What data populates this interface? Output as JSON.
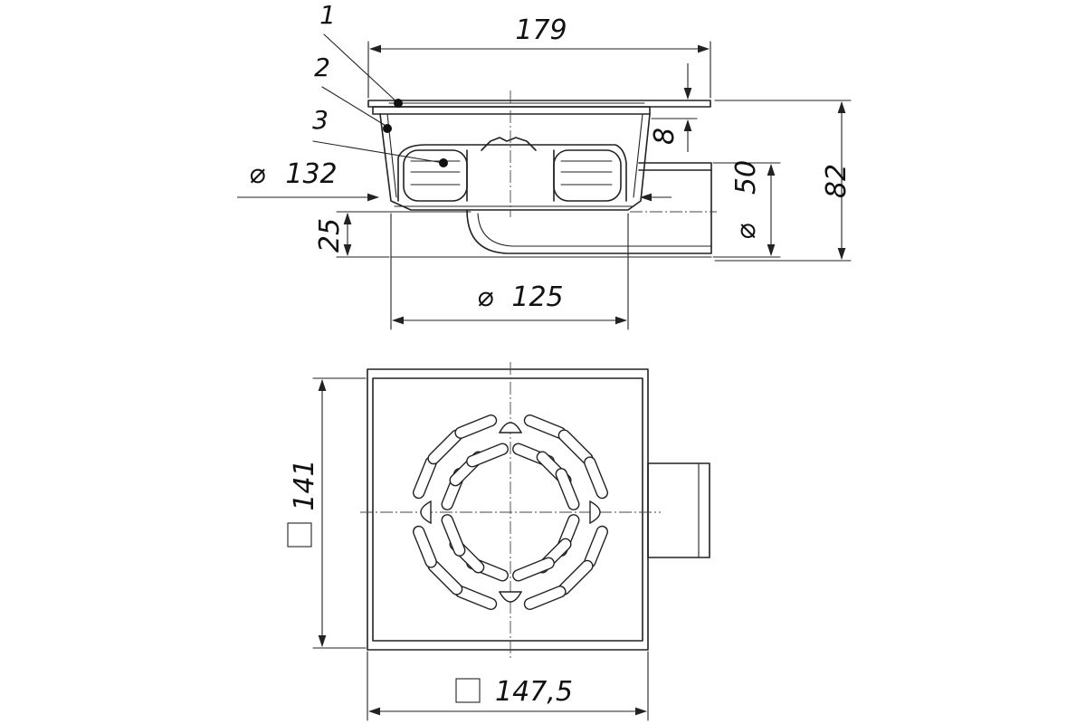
{
  "callouts": {
    "c1": "1",
    "c2": "2",
    "c3": "3"
  },
  "side_view": {
    "width_top": "179",
    "dia_body": "132",
    "dia_base": "125",
    "height_total": "82",
    "dia_outlet": "50",
    "rim_height": "8",
    "outlet_offset": "25"
  },
  "plan_view": {
    "side_height": "141",
    "side_width": "147,5"
  },
  "symbols": {
    "diameter": "⌀",
    "square": "□"
  }
}
